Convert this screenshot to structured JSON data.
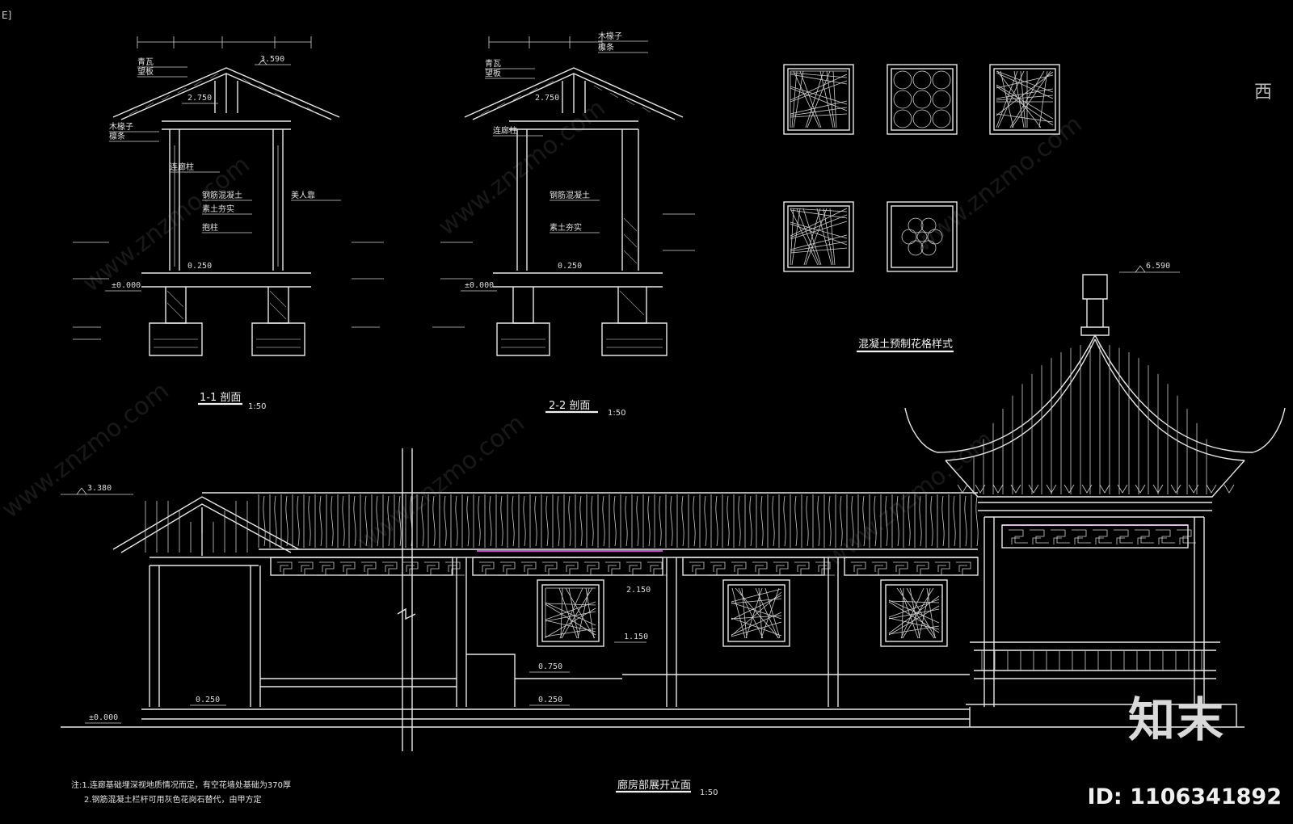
{
  "corner_mark": "E]",
  "compass_text": "西",
  "watermark_text": "www.znzmo.com",
  "brand_text": "知末",
  "id_text": "ID: 1106341892",
  "section1": {
    "title": "1-1  剖面",
    "scale": "1:50",
    "level_top": "3.590",
    "level_mid": "2.750",
    "level_floor": "0.250",
    "level_zero": "±0.000",
    "notes": [
      "青瓦",
      "望板",
      "木椽子",
      "檩条",
      "连廊柱",
      "钢筋混凝土",
      "素土夯实",
      "抱柱",
      "美人靠"
    ]
  },
  "section2": {
    "title": "2-2  剖面",
    "scale": "1:50",
    "level_mid": "2.750",
    "level_floor": "0.250",
    "level_zero": "±0.000",
    "notes": [
      "青瓦",
      "望板",
      "木椽子",
      "檩条",
      "连廊柱",
      "钢筋混凝土",
      "素土夯实"
    ]
  },
  "lattice": {
    "title": "混凝土预制花格样式"
  },
  "elevation": {
    "title": "廊房部展开立面",
    "scale": "1:50",
    "level_roof": "3.380",
    "level_pavilion": "6.590",
    "level_window": "2.150",
    "level_sill": "1.150",
    "level_step": "0.750",
    "level_floor": "0.250",
    "level_floor2": "0.250",
    "level_zero": "±0.000"
  },
  "footnotes": [
    "注:1.连廊基础埋深视地质情况而定，有空花墙处基础为370厚",
    "2.钢筋混凝土栏杆可用灰色花岗石替代，由甲方定"
  ]
}
